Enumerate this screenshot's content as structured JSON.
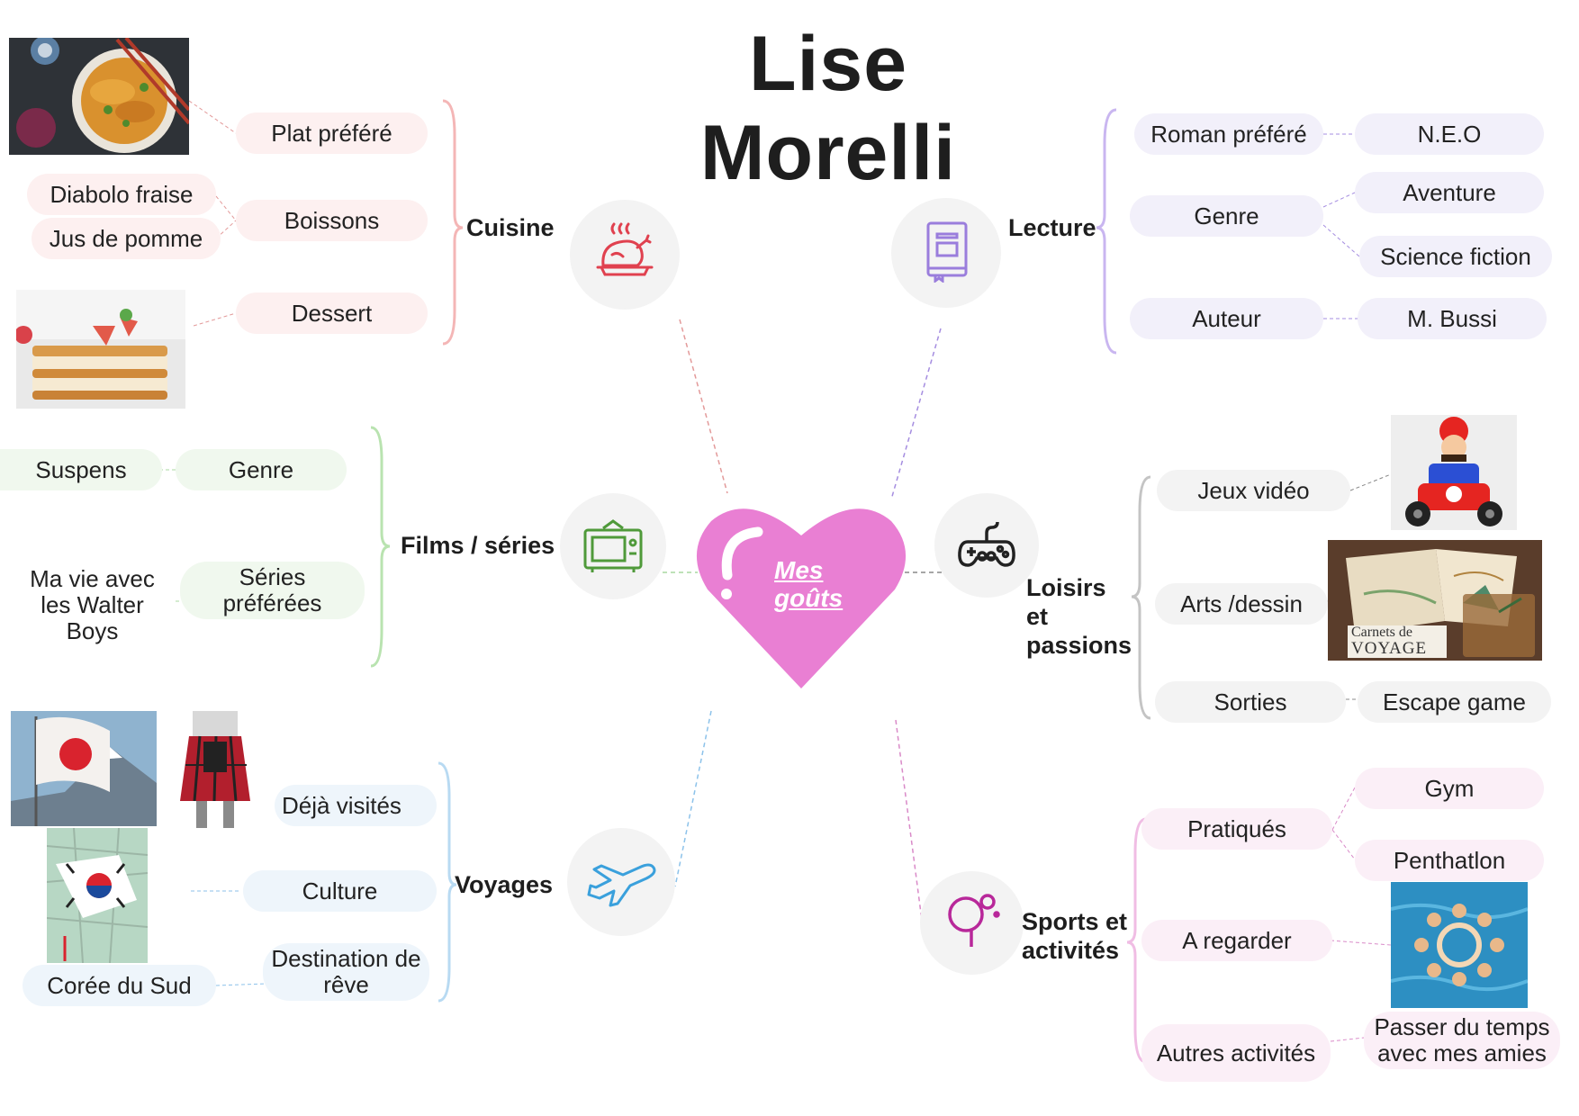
{
  "title": "Lise Morelli",
  "center": {
    "label": "Mes goûts"
  },
  "colors": {
    "cuisine": "#f4b6b6",
    "lecture": "#c9b6f0",
    "films": "#b9e3b0",
    "loisirs": "#c4c4c4",
    "voyages": "#b8daf2",
    "sports": "#f0bde4",
    "heart": "#e97fd3"
  },
  "branches": {
    "cuisine": {
      "label": "Cuisine",
      "icon": "roast-chicken-icon",
      "items": [
        "Plat préféré",
        "Boissons",
        "Dessert"
      ],
      "drinks": [
        "Diabolo fraise",
        "Jus de pomme"
      ]
    },
    "lecture": {
      "label": "Lecture",
      "icon": "book-icon",
      "items": [
        "Roman préféré",
        "Genre",
        "Auteur"
      ],
      "values": [
        "N.E.O",
        "Aventure",
        "Science fiction",
        "M. Bussi"
      ]
    },
    "films": {
      "label": "Films / séries",
      "icon": "tv-icon",
      "genre_label": "Genre",
      "genre_value": "Suspens",
      "series_label": "Séries préférées",
      "series_value": "Ma vie avec les Walter  Boys"
    },
    "loisirs": {
      "label": "Loisirs et passions",
      "icon": "gamepad-icon",
      "items": [
        "Jeux vidéo",
        "Arts /dessin",
        "Sorties"
      ],
      "sortie_value": "Escape game",
      "book_cover_text_1": "Carnets de",
      "book_cover_text_2": "VOYAGE"
    },
    "voyages": {
      "label": "Voyages",
      "icon": "airplane-icon",
      "items": [
        "Déjà visités",
        "Culture",
        "Destination de rêve"
      ],
      "dream_value": "Corée du Sud"
    },
    "sports": {
      "label": "Sports et activités",
      "icon": "ping-pong-icon",
      "items": [
        "Pratiqués",
        "A regarder",
        "Autres activités"
      ],
      "practiced": [
        "Gym",
        "Penthatlon"
      ],
      "other_value": "Passer du temps avec mes amies"
    }
  }
}
